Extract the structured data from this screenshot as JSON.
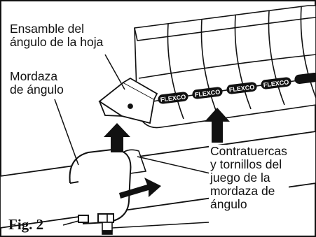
{
  "labels": {
    "blade_angle_assembly": "Ensamble del\nángulo de la hoja",
    "angle_clamp": "Mordaza\nde ángulo",
    "locknuts_bolts": "Contratuercas\ny tornillos del\njuego de la\nmordaza de\nángulo",
    "figure": "Fig. 2"
  },
  "brand_text": "FLEXCO",
  "colors": {
    "ink": "#111111",
    "paper": "#ffffff",
    "shade": "#333333"
  }
}
